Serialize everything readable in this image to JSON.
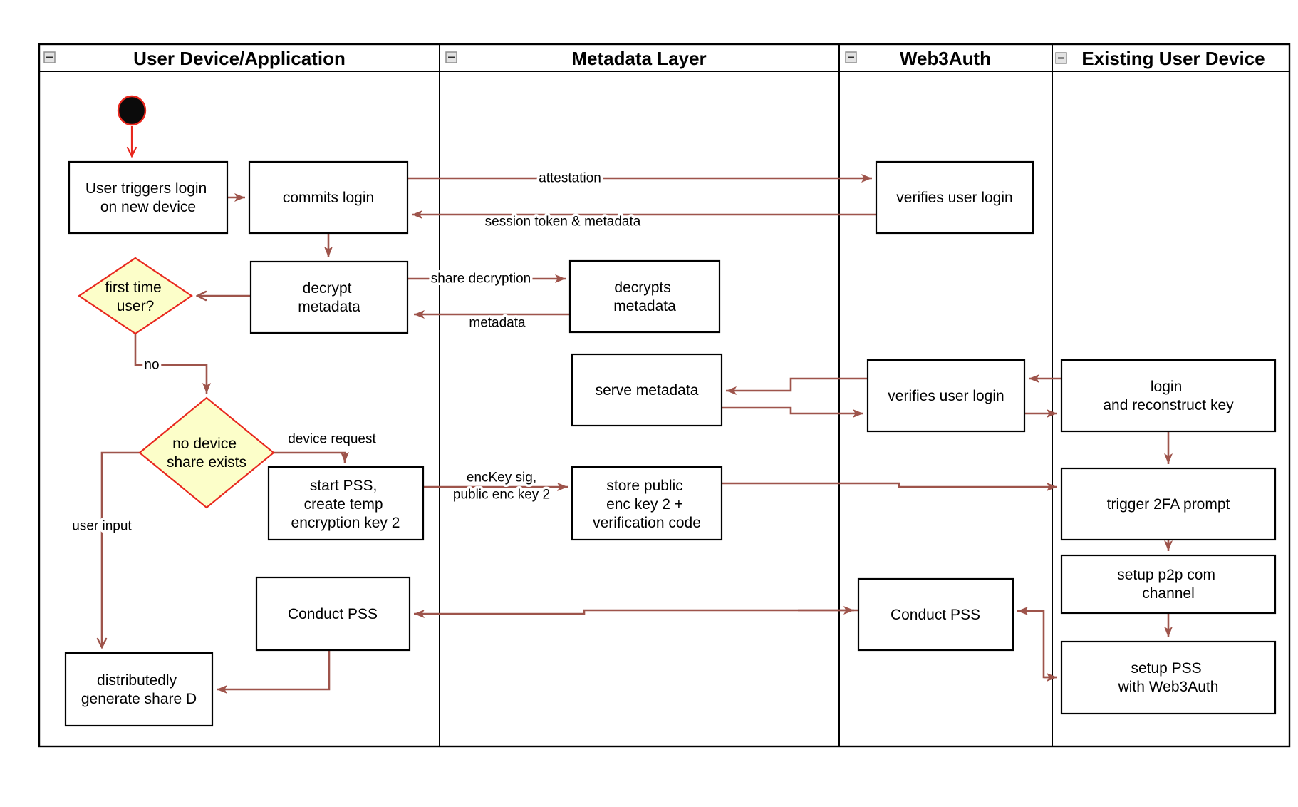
{
  "lanes": [
    {
      "title": "User Device/Application"
    },
    {
      "title": "Metadata Layer"
    },
    {
      "title": "Web3Auth"
    },
    {
      "title": "Existing User Device"
    }
  ],
  "nodes": {
    "user_triggers": {
      "lines": [
        "User triggers login",
        "on new device"
      ]
    },
    "commits_login": {
      "lines": [
        "commits login"
      ]
    },
    "verifies_login_1": {
      "lines": [
        "verifies user login"
      ]
    },
    "decrypt_metadata": {
      "lines": [
        "decrypt",
        "metadata"
      ]
    },
    "first_time_user": {
      "lines": [
        "first time",
        "user?"
      ]
    },
    "decrypts_metadata": {
      "lines": [
        "decrypts",
        "metadata"
      ]
    },
    "serve_metadata": {
      "lines": [
        "serve metadata"
      ]
    },
    "verifies_login_2": {
      "lines": [
        "verifies user login"
      ]
    },
    "login_reconstruct": {
      "lines": [
        "login",
        "and reconstruct key"
      ]
    },
    "no_device_share": {
      "lines": [
        "no device",
        "share exists"
      ]
    },
    "start_pss": {
      "lines": [
        "start PSS,",
        "create temp",
        "encryption key 2"
      ]
    },
    "store_public": {
      "lines": [
        "store public",
        "enc key 2 +",
        "verification code"
      ]
    },
    "trigger_2fa": {
      "lines": [
        "trigger 2FA prompt"
      ]
    },
    "setup_p2p": {
      "lines": [
        "setup p2p com",
        "channel"
      ]
    },
    "setup_pss": {
      "lines": [
        "setup PSS",
        "with Web3Auth"
      ]
    },
    "conduct_pss_1": {
      "lines": [
        "Conduct PSS"
      ]
    },
    "conduct_pss_2": {
      "lines": [
        "Conduct PSS"
      ]
    },
    "generate_share": {
      "lines": [
        "distributedly",
        "generate share D"
      ]
    }
  },
  "edge_labels": {
    "attestation": "attestation",
    "session_token": "session token & metadata",
    "share_decryption": "share decryption",
    "metadata": "metadata",
    "no": "no",
    "device_request": "device request",
    "user_input": "user input",
    "enckey_line1": "encKey sig,",
    "enckey_line2": "public enc key 2"
  },
  "colors": {
    "arrow": "#9E544B",
    "start_accent": "#E8281E",
    "diamond_fill": "#FCFEC9",
    "diamond_stroke": "#E8281E",
    "node_fill": "#FFFFFF",
    "node_stroke": "#000000",
    "header_text": "#000000"
  }
}
